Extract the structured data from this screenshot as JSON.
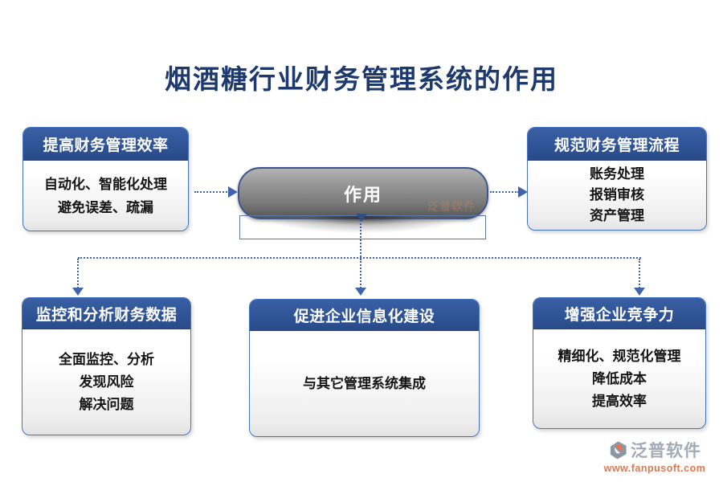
{
  "page": {
    "title": "烟酒糖行业财务管理系统的作用"
  },
  "center_node": {
    "label": "作用"
  },
  "boxes": [
    {
      "header": "提高财务管理效率",
      "lines": [
        "自动化、智能化处理",
        "避免误差、疏漏"
      ]
    },
    {
      "header": "规范财务管理流程",
      "lines": [
        "账务处理",
        "报销审核",
        "资产管理"
      ]
    },
    {
      "header": "监控和分析财务数据",
      "lines": [
        "全面监控、分析",
        "发现风险",
        "解决问题"
      ]
    },
    {
      "header": "促进企业信息化建设",
      "lines": [
        "与其它管理系统集成"
      ]
    },
    {
      "header": "增强企业竞争力",
      "lines": [
        "精细化、规范化管理",
        "降低成本",
        "提高效率"
      ]
    }
  ],
  "watermark": {
    "text": "泛普软件"
  },
  "branding": {
    "name": "泛普软件",
    "url": "www.fanpusoft.com"
  },
  "colors": {
    "title": "#1e3a6d",
    "header_bg": "#2e5395",
    "box_border": "#4472c4",
    "connector": "#3f64ad",
    "pill_top": "#b3b3b3",
    "pill_bottom": "#565656",
    "pill_text": "#ffffff",
    "body_text": "#151515",
    "logo_name": "#a2abb6",
    "logo_url": "#e4764f"
  }
}
